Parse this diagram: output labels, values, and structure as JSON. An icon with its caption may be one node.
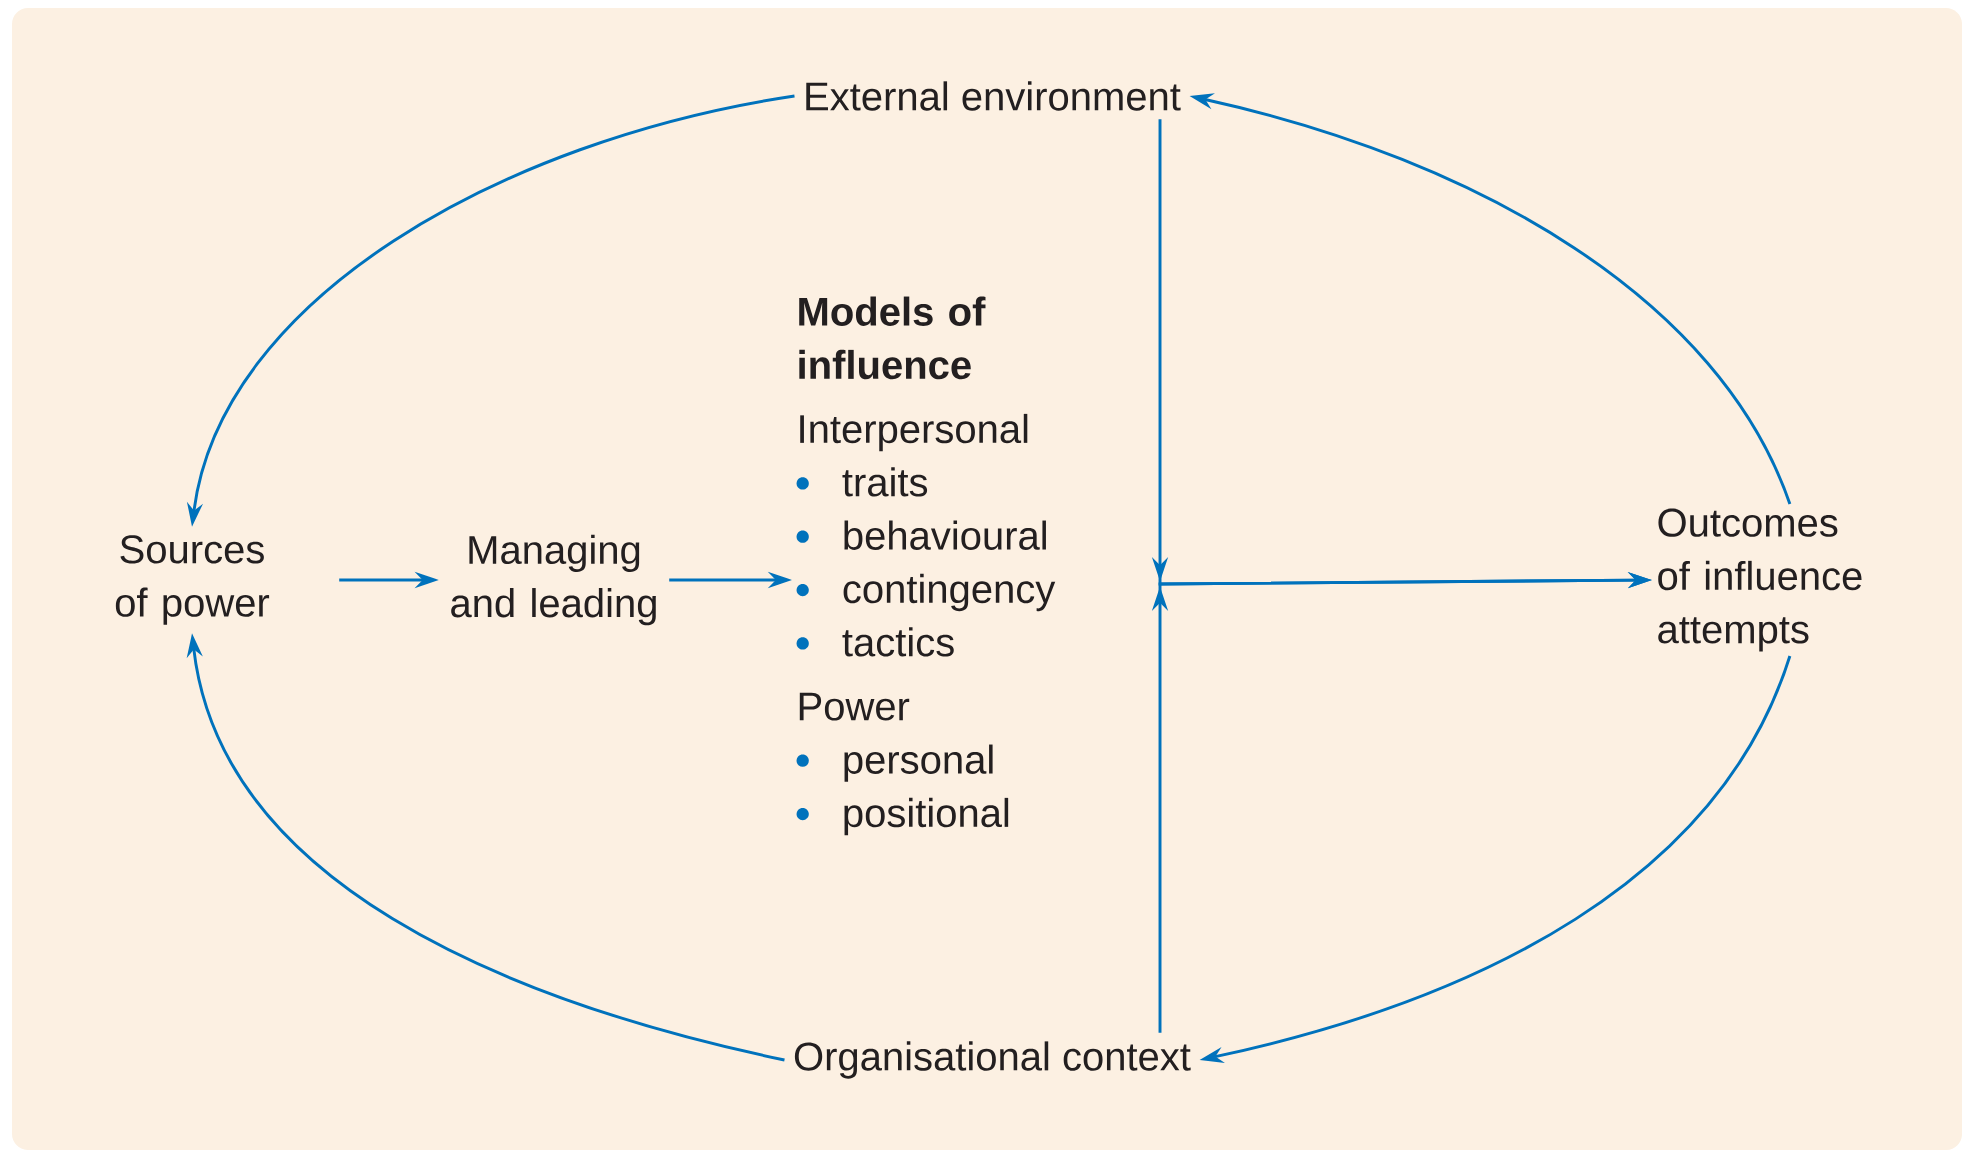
{
  "diagram": {
    "nodes": [
      {
        "text": [
          "External environment"
        ]
      },
      {
        "text": [
          "Sources of power"
        ]
      },
      {
        "text": [
          "Managing and leading"
        ]
      },
      {
        "text": [
          "Models of influence",
          "Interpersonal",
          "traits",
          "behavioural",
          "contingency",
          "tactics",
          "Power",
          "personal",
          "positional"
        ]
      },
      {
        "text": [
          "Outcomes of influence attempts"
        ]
      },
      {
        "text": [
          "Organisational context"
        ]
      }
    ],
    "edges": [
      {
        "from": 0,
        "to": 1,
        "arrow": "to"
      },
      {
        "from": 1,
        "to": 2,
        "arrow": "to"
      },
      {
        "from": 2,
        "to": 3,
        "arrow": "to"
      },
      {
        "from": 0,
        "to": 4,
        "arrow": "to"
      },
      {
        "from": 5,
        "to": 4,
        "arrow": "to"
      },
      {
        "from": 4,
        "to": 0,
        "arrow": "to"
      },
      {
        "from": 5,
        "to": 1,
        "arrow": "to"
      },
      {
        "from": 4,
        "to": 5,
        "arrow": "to"
      }
    ]
  }
}
